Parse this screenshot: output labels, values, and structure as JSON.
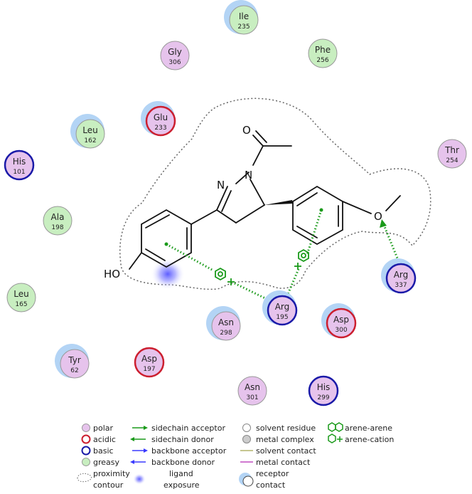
{
  "residues": [
    {
      "name": "Ile",
      "number": "235",
      "type": "greasy",
      "exposure": true
    },
    {
      "name": "Gly",
      "number": "306",
      "type": "polar",
      "exposure": false
    },
    {
      "name": "Phe",
      "number": "256",
      "type": "greasy",
      "exposure": false
    },
    {
      "name": "Glu",
      "number": "233",
      "type": "acidic",
      "exposure": true
    },
    {
      "name": "Leu",
      "number": "162",
      "type": "greasy",
      "exposure": true
    },
    {
      "name": "Thr",
      "number": "254",
      "type": "polar",
      "exposure": false
    },
    {
      "name": "His",
      "number": "101",
      "type": "basic",
      "exposure": false
    },
    {
      "name": "Ala",
      "number": "198",
      "type": "greasy",
      "exposure": false
    },
    {
      "name": "Arg",
      "number": "337",
      "type": "basic",
      "exposure": true
    },
    {
      "name": "Leu",
      "number": "165",
      "type": "greasy",
      "exposure": false
    },
    {
      "name": "Asn",
      "number": "298",
      "type": "polar",
      "exposure": true
    },
    {
      "name": "Arg",
      "number": "195",
      "type": "basic",
      "exposure": true
    },
    {
      "name": "Asp",
      "number": "300",
      "type": "acidic",
      "exposure": true
    },
    {
      "name": "Tyr",
      "number": "62",
      "type": "polar",
      "exposure": true
    },
    {
      "name": "Asp",
      "number": "197",
      "type": "acidic",
      "exposure": false
    },
    {
      "name": "Asn",
      "number": "301",
      "type": "polar",
      "exposure": false
    },
    {
      "name": "His",
      "number": "299",
      "type": "basic",
      "exposure": false
    }
  ],
  "ligand": {
    "atom_labels": {
      "oxygen_carbonyl": "O",
      "nitrogen_ring_1": "N",
      "nitrogen_ring_2": "N",
      "hydroxyl": "HO",
      "methoxy_oxygen": "O"
    }
  },
  "colors": {
    "polar_fill": "#e6c3ec",
    "greasy_fill": "#c8eec0",
    "acidic_ring": "#cc1f2f",
    "basic_ring": "#1a1aa8",
    "receptor_halo": "#b3d4f5",
    "interaction": "#1a9a1a",
    "exposure": "#5a5aff"
  },
  "legend": {
    "col1": [
      "polar",
      "acidic",
      "basic",
      "greasy",
      "proximity",
      "contour"
    ],
    "col2": [
      "sidechain acceptor",
      "sidechain donor",
      "backbone acceptor",
      "backbone donor",
      "ligand",
      "exposure"
    ],
    "col3": [
      "solvent residue",
      "metal complex",
      "solvent contact",
      "metal contact",
      "receptor",
      "contact"
    ],
    "col4": [
      "arene-arene",
      "arene-cation"
    ]
  }
}
